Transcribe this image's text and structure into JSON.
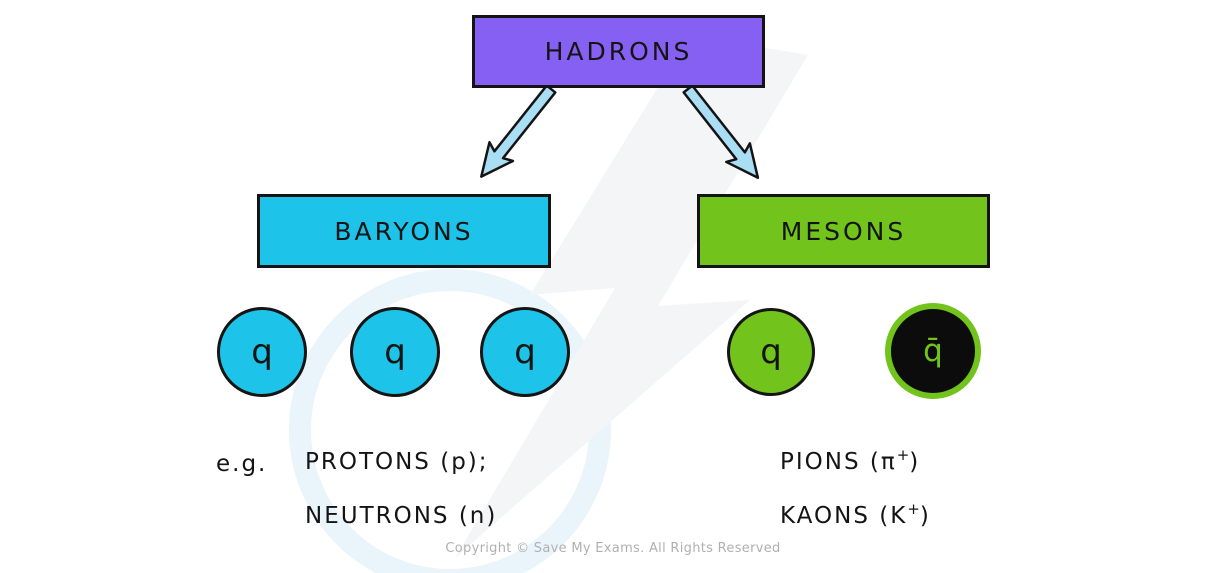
{
  "header": {
    "title": "HADRONS"
  },
  "branches": {
    "baryons": {
      "label": "BARYONS",
      "quarks": [
        "q",
        "q",
        "q"
      ]
    },
    "mesons": {
      "label": "MESONS",
      "quark": "q",
      "antiquark": "q̄"
    }
  },
  "examples": {
    "prefix": "e.g.",
    "baryons_line1": "PROTONS (p);",
    "baryons_line2": "NEUTRONS (n)",
    "mesons_line1": {
      "pre": "PIONS (",
      "symbol": "π",
      "sup": "+",
      "post": ")"
    },
    "mesons_line2": {
      "pre": "KAONS (",
      "symbol": "K",
      "sup": "+",
      "post": ")"
    }
  },
  "footer": {
    "copyright": "Copyright © Save My Exams. All Rights Reserved"
  },
  "colors": {
    "hadrons_fill": "#8560f2",
    "baryons_fill": "#1dc3e8",
    "mesons_fill": "#72c41c",
    "arrow_fill": "#a9def5",
    "antiquark_fill": "#0c0c0c",
    "antiquark_text": "#72c41c",
    "outline": "#141414",
    "copyright_gray": "#b0b0b0"
  }
}
